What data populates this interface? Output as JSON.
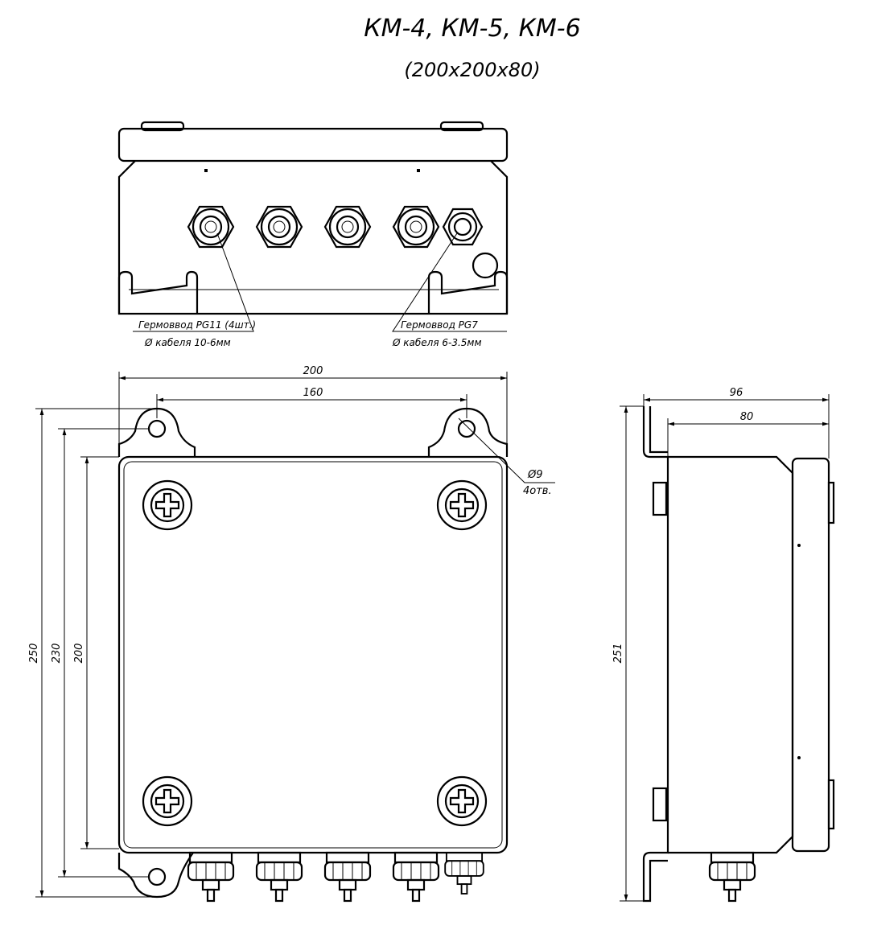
{
  "title": "КМ-4, КМ-5, КМ-6",
  "subtitle": "(200x200x80)",
  "top_view": {
    "callout_pg11_line1": "Гермоввод PG11 (4шт.)",
    "callout_pg11_line2": "Ø кабеля 10-6мм",
    "callout_pg7_line1": "Гермоввод PG7",
    "callout_pg7_line2": "Ø кабеля 6-3.5мм"
  },
  "front_view": {
    "dim_width_overall": "200",
    "dim_hole_spacing": "160",
    "dim_height_overall": "250",
    "dim_hole_vertical": "230",
    "dim_body_height": "200",
    "hole_diameter": "Ø9",
    "hole_count": "4отв."
  },
  "side_view": {
    "dim_depth_overall": "96",
    "dim_depth_body": "80",
    "dim_height": "251"
  }
}
